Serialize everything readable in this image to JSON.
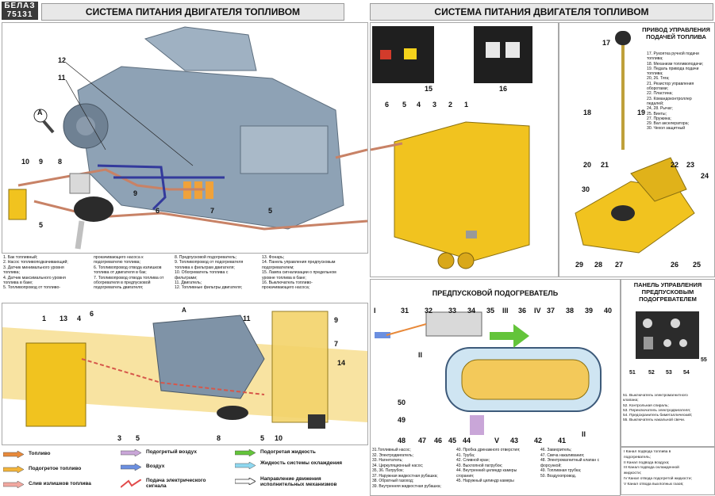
{
  "logo": {
    "line1": "БЕЛАЗ",
    "line2": "75131"
  },
  "header": {
    "left_title": "СИСТЕМА ПИТАНИЯ ДВИГАТЕЛЯ ТОПЛИВОМ",
    "right_title": "СИСТЕМА ПИТАНИЯ ДВИГАТЕЛЯ ТОПЛИВОМ"
  },
  "engine_callouts": [
    "12",
    "11",
    "A",
    "10",
    "9",
    "8",
    "9",
    "6",
    "7",
    "5",
    "5"
  ],
  "tank_callouts": [
    "6",
    "5",
    "4",
    "3",
    "2",
    "1",
    "15",
    "16"
  ],
  "main_legend": {
    "col1": [
      "1. Бак топливный;",
      "2. Насос топливоподкачивающий;",
      "3. Датчик минимального уровня",
      "   топлива;",
      "4. Датчик максимального уровня",
      "   топлива в баке;",
      "5. Топливопровод от топливо-"
    ],
    "col2": [
      "   прокачивающего насоса к",
      "   подогревателю топлива;",
      "6. Топливопровод отвода излишков",
      "   топлива от двигателя в бак;",
      "7. Топливопровод отвода топлива от",
      "   обогревателя в предпусковой",
      "   подогреватель двигателя;"
    ],
    "col3": [
      "8. Предпусковой подогреватель;",
      "9. Топливопровод от подогревателя",
      "   топлива к фильтрам двигателя;",
      "10. Обогреватель топлива с",
      "   фильтрами;",
      "11. Двигатель;",
      "12. Топливные фильтры двигателя;"
    ],
    "col4": [
      "13. Фонарь;",
      "14. Панель управления предпусковым",
      "   подогревателем;",
      "15. Лампа сигнализации о предельном",
      "   уровне топлива в баке;",
      "16. Выключатель топливо-",
      "   прокачивающего насоса;"
    ]
  },
  "lower_view_label": "A",
  "lower_callouts": [
    "1",
    "13",
    "4",
    "6",
    "11",
    "9",
    "7",
    "14",
    "3",
    "5",
    "8",
    "5",
    "10"
  ],
  "drive_section": {
    "title": "ПРИВОД УПРАВЛЕНИЯ ПОДАЧЕЙ ТОПЛИВА",
    "items": [
      "17. Рукоятка ручной подачи",
      "    топлива;",
      "18. Механизм топливоподачи;",
      "19. Педаль привода подачи",
      "    топлива;",
      "20, 26. Тяга;",
      "21. Резистор управления",
      "    оборотами;",
      "22. Пластина;",
      "23. Командоконтроллер",
      "    педалей;",
      "24, 28. Рычаг;",
      "25. Винты;",
      "27. Пружина;",
      "29. Вал акселератора;",
      "30. Чехол защитный"
    ],
    "callouts": [
      "17",
      "18",
      "19",
      "20",
      "21",
      "22",
      "23",
      "24",
      "30",
      "29",
      "28",
      "27",
      "26",
      "25"
    ]
  },
  "preheater": {
    "title": "ПРЕДПУСКОВОЙ ПОДОГРЕВАТЕЛЬ",
    "callouts_top": [
      "I",
      "31",
      "32",
      "33",
      "34",
      "35",
      "III",
      "36",
      "IV",
      "37",
      "38",
      "39",
      "40"
    ],
    "callouts_bottom": [
      "50",
      "49",
      "48",
      "47",
      "46",
      "45",
      "44",
      "V",
      "43",
      "42",
      "41",
      "II",
      "II"
    ],
    "list1": [
      "31.Топливный насос;",
      "32. Электродвигатель;",
      "33. Нагнетатель;",
      "34. Циркуляционный насос;",
      "35, 36. Патрубок;",
      "37. Наружная жидкостная рубашка;",
      "38. Обратный газоход;",
      "39. Внутренняя жидкостная рубашка;"
    ],
    "list2": [
      "40. Пробка дренажного отверстия;",
      "41. Труба;",
      "42. Сливной кран;",
      "43. Выхлопной патрубок;",
      "44. Внутренний цилиндр камеры",
      "    сгорания;",
      "45. Наружный цилиндр камеры",
      "    сгорания;"
    ],
    "list3": [
      "46. Завихритель;",
      "47. Свеча накаливания;",
      "48. Электромагнитный клапан с",
      "    форсункой;",
      "49. Топливная трубка;",
      "50. Воздухопровод."
    ],
    "list4": [
      "I   Канал подвода топлива в",
      "    подогреватель;",
      "II  Канал подвода воздуха;",
      "III Канал подвода охлажденной",
      "    жидкости;",
      "IV Канал отвода подогретой жидкости;",
      "V   Канал отвода выхлопных газов;"
    ]
  },
  "control_panel": {
    "title": "ПАНЕЛЬ УПРАВЛЕНИЯ ПРЕДПУСКОВЫМ ПОДОГРЕВАТЕЛЕМ",
    "callouts": [
      "51",
      "52",
      "53",
      "54",
      "55"
    ],
    "items": [
      "51. Выключатель электромагнитного",
      "    клапана;",
      "52. Контрольная спираль;",
      "53. Переключатель электродвигателя;",
      "54. Предохранитель биметаллический;",
      "55. Выключатель накальной свечи."
    ]
  },
  "flow_legend": {
    "fuel": "Топливо",
    "heated_fuel": "Подогретое топливо",
    "excess_drain": "Слив излишков топлива",
    "heated_air": "Подогретый воздух",
    "air": "Воздух",
    "electric": "Подача электрического сигнала",
    "heated_liquid": "Подогретая жидкость",
    "coolant": "Жидкость системы охлаждения",
    "mechanism": "Направление движения исполнительных механизмов"
  },
  "colors": {
    "fuel": "#e8893a",
    "heated_fuel": "#f3b43a",
    "excess": "#f2a8a0",
    "heated_air": "#c9a6d8",
    "air": "#6b8fe0",
    "electric": "#e24b4b",
    "heated_liquid": "#63c43a",
    "coolant": "#8fd8f0",
    "mechanism": "#ffffff",
    "tank": "#f1c31f",
    "engine": "#8ea2b5"
  }
}
